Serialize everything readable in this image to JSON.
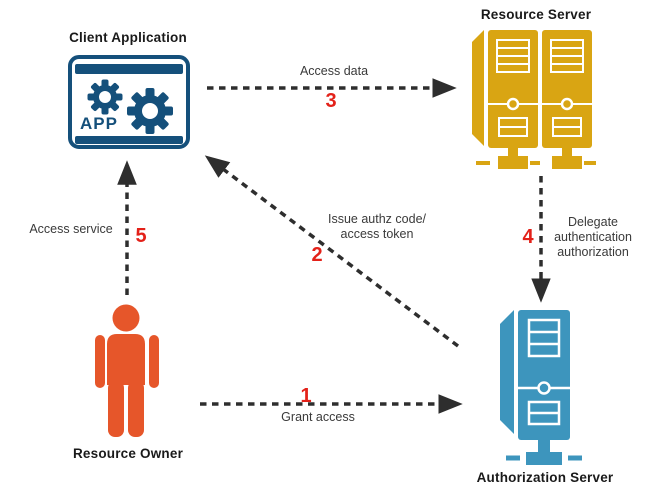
{
  "diagram": {
    "nodes": [
      {
        "id": "client-application",
        "label": "Client Application",
        "badge": "APP",
        "icon": "app-window-gears-icon",
        "color": "#15507B"
      },
      {
        "id": "resource-server",
        "label": "Resource Server",
        "icon": "server-rack-icon",
        "color": "#D9A513"
      },
      {
        "id": "authorization-server",
        "label": "Authorization Server",
        "icon": "server-tower-icon",
        "color": "#3D95BD"
      },
      {
        "id": "resource-owner",
        "label": "Resource Owner",
        "icon": "person-icon",
        "color": "#E6562A"
      }
    ],
    "flows": [
      {
        "step": "1",
        "label": "Grant access",
        "from": "resource-owner",
        "to": "authorization-server"
      },
      {
        "step": "2",
        "lines": [
          "Issue authz code/",
          "access token"
        ],
        "from": "authorization-server",
        "to": "client-application"
      },
      {
        "step": "3",
        "label": "Access data",
        "from": "client-application",
        "to": "resource-server"
      },
      {
        "step": "4",
        "lines": [
          "Delegate",
          "authentication",
          "authorization"
        ],
        "from": "resource-server",
        "to": "authorization-server"
      },
      {
        "step": "5",
        "label": "Access service",
        "from": "resource-owner",
        "to": "client-application"
      }
    ],
    "colors": {
      "step_number": "#E32119",
      "arrow": "#2E2E2E",
      "label_text": "#3A3A3A",
      "title_text": "#1A1A1A",
      "background": "#FFFFFF"
    }
  }
}
